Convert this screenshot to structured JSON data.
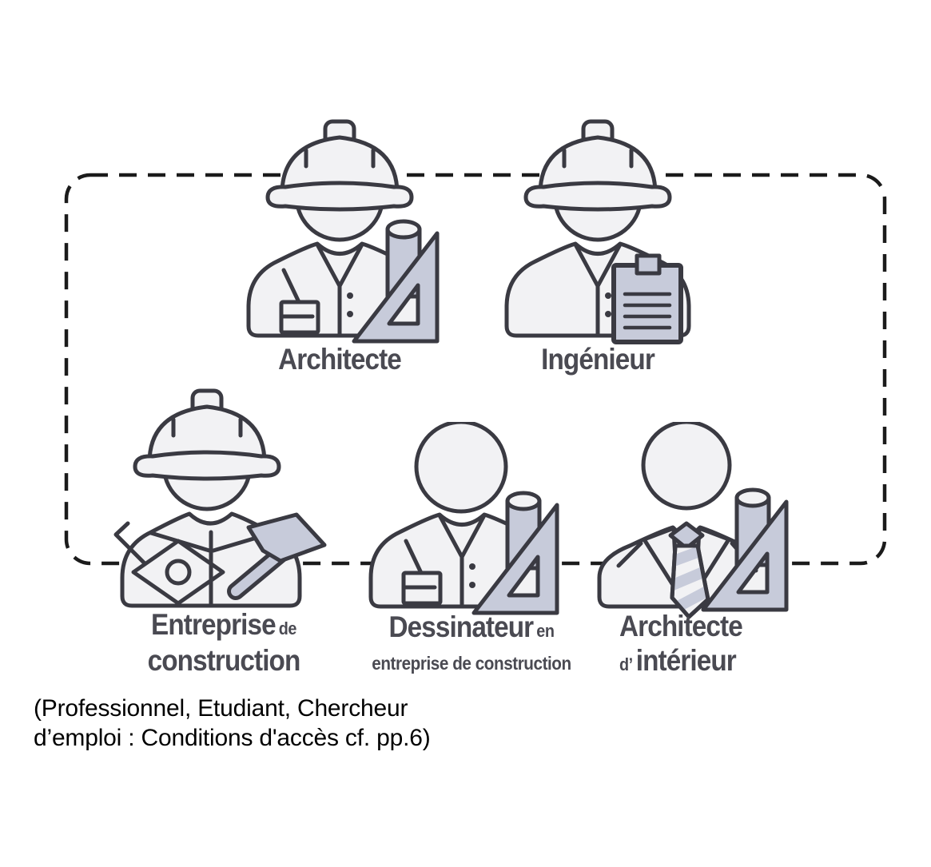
{
  "figures": {
    "personas": [
      {
        "name": "Architecte",
        "icon": "worker-hard-hat-set-square-icon",
        "label": {
          "line1": "Architecte"
        }
      },
      {
        "name": "Ingénieur",
        "icon": "worker-hard-hat-clipboard-icon",
        "label": {
          "line1": "Ingénieur"
        }
      },
      {
        "name": "Entreprise de construction",
        "icon": "worker-hard-hat-hammer-icon",
        "label": {
          "line1_main": "Entreprise",
          "line1_small": "de",
          "line2_main": "construction"
        }
      },
      {
        "name": "Dessinateur en entreprise de construction",
        "icon": "drafter-set-square-icon",
        "label": {
          "line1_main": "Dessinateur",
          "line1_small": "en",
          "line2_small": "entreprise de construction"
        }
      },
      {
        "name": "Architecte d’intérieur",
        "icon": "suit-tie-set-square-icon",
        "label": {
          "line1_main": "Architecte",
          "line2_small": "d’",
          "line2_main": "intérieur"
        }
      }
    ]
  },
  "caption": {
    "line1": "(Professionnel, Etudiant, Chercheur",
    "line2": "d’emploi : Conditions d'accès cf. pp.6)"
  },
  "colors": {
    "outline": "#3a3a42",
    "fill_light": "#f2f2f4",
    "accent": "#c7cbda",
    "label_text": "#4a4a52",
    "caption_text": "#000000",
    "dashed_border": "#1b1b1b",
    "background": "#ffffff"
  }
}
